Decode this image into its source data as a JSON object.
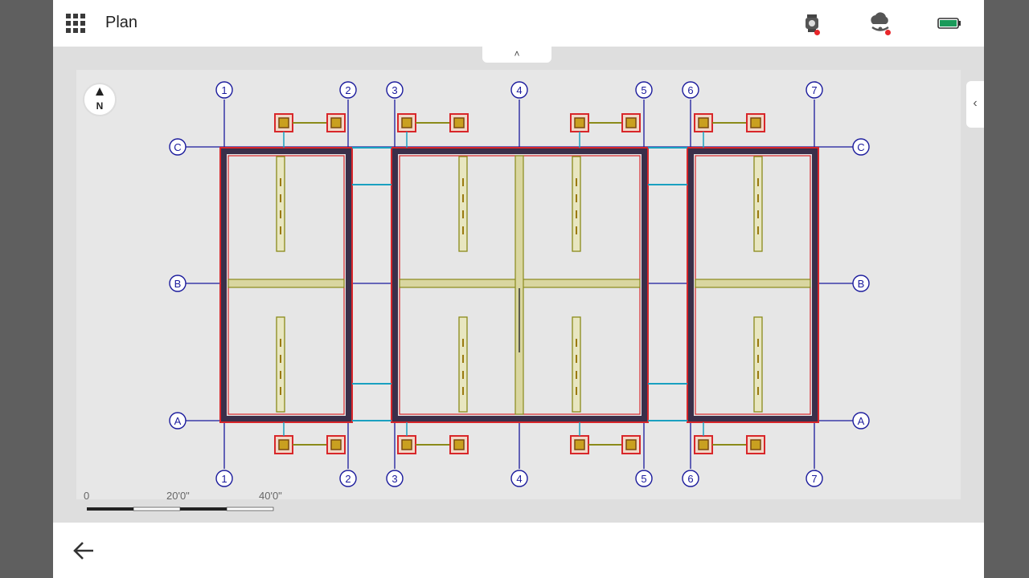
{
  "header": {
    "title": "Plan",
    "apps_icon": "grid-apps-icon",
    "status_icons": [
      "total-station-icon",
      "cloud-sync-icon",
      "battery-icon"
    ]
  },
  "map": {
    "collapse_symbol": "˄",
    "side_tab_symbol": "‹",
    "north_label": "N",
    "scale": {
      "labels": [
        "0",
        "20'0\"",
        "40'0\""
      ]
    },
    "grid": {
      "columns": [
        "1",
        "2",
        "3",
        "4",
        "5",
        "6",
        "7"
      ],
      "rows": [
        "C",
        "B",
        "A"
      ]
    }
  },
  "footer": {
    "back_icon": "arrow-left-icon"
  },
  "colors": {
    "grid_line": "#1a1a9c",
    "wall_red": "#d8262a",
    "wall_dark": "#3a2f4a",
    "footing_olive": "#8a8a1a",
    "cyan": "#1aa0c0",
    "battery": "#1a9a5a"
  }
}
